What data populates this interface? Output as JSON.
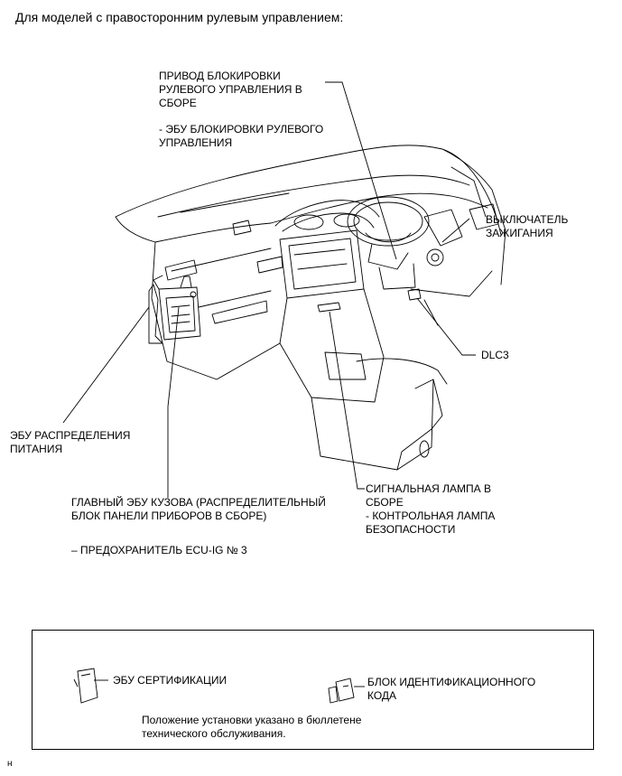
{
  "header": {
    "title": "Для моделей с правосторонним рулевым управлением:"
  },
  "callouts": {
    "steering_lock": {
      "lines": [
        "ПРИВОД БЛОКИРОВКИ",
        "РУЛЕВОГО УПРАВЛЕНИЯ В",
        "СБОРЕ"
      ],
      "sub_lines": [
        "- ЭБУ БЛОКИРОВКИ РУЛЕВОГО",
        "УПРАВЛЕНИЯ"
      ]
    },
    "ignition_switch": {
      "lines": [
        "ВЫКЛЮЧАТЕЛЬ",
        "ЗАЖИГАНИЯ"
      ]
    },
    "dlc3": {
      "lines": [
        "DLC3"
      ]
    },
    "power_distribution_ecu": {
      "lines": [
        "ЭБУ РАСПРЕДЕЛЕНИЯ",
        "ПИТАНИЯ"
      ]
    },
    "main_body_ecu": {
      "lines": [
        "ГЛАВНЫЙ ЭБУ КУЗОВА (РАСПРЕДЕЛИТЕЛЬНЫЙ",
        "БЛОК ПАНЕЛИ ПРИБОРОВ В СБОРЕ)"
      ],
      "sub_lines": [
        "– ПРЕДОХРАНИТЕЛЬ ECU-IG № 3"
      ]
    },
    "indicator_lamp": {
      "lines": [
        "СИГНАЛЬНАЯ ЛАМПА В",
        "СБОРЕ",
        "- КОНТРОЛЬНАЯ ЛАМПА",
        "БЕЗОПАСНОСТИ"
      ]
    }
  },
  "legend": {
    "certification_ecu": "ЭБУ СЕРТИФИКАЦИИ",
    "id_code_box": [
      "БЛОК ИДЕНТИФИКАЦИОННОГО",
      "КОДА"
    ],
    "note": [
      "Положение установки указано в бюллетене",
      "технического обслуживания."
    ]
  },
  "footer": {
    "mark": "н"
  }
}
